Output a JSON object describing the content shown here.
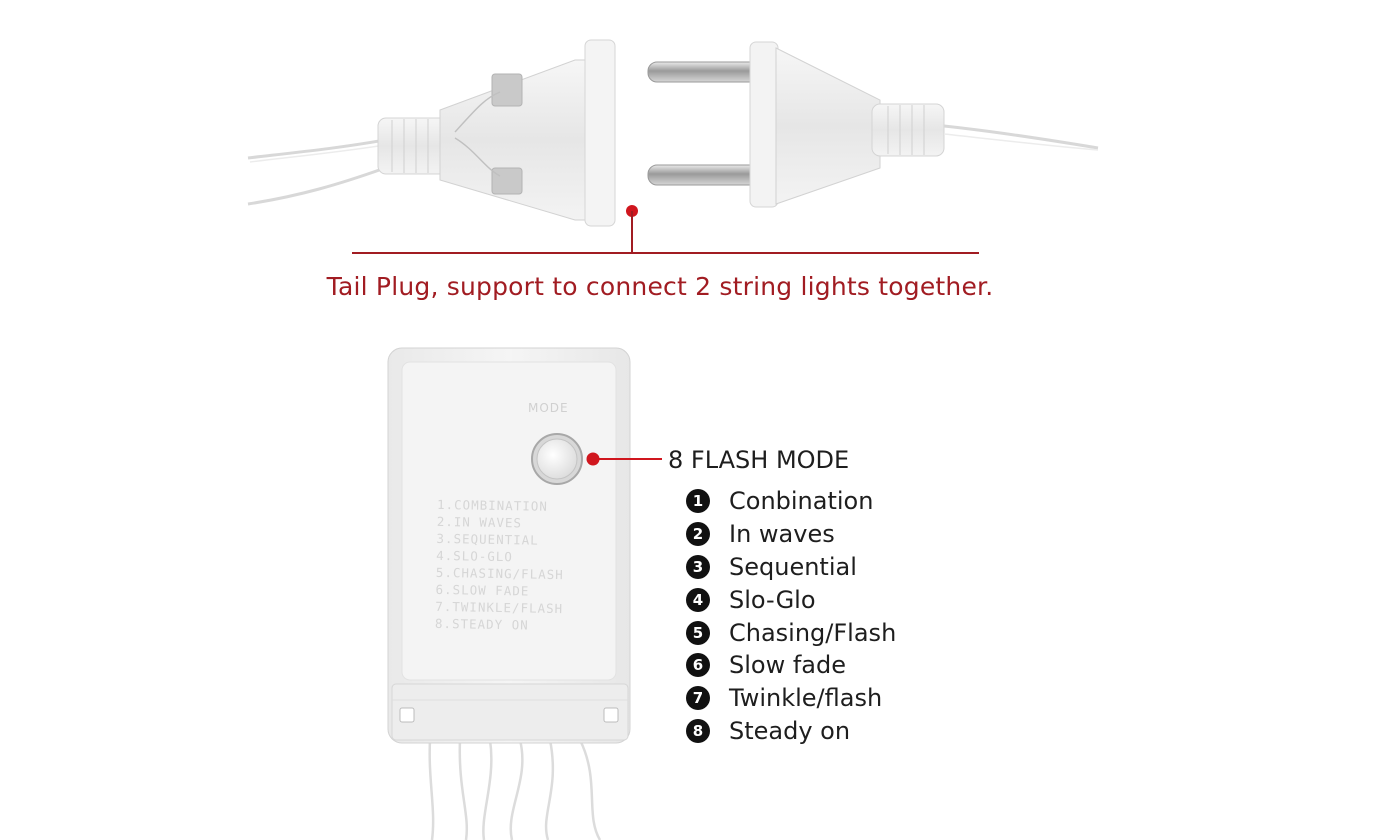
{
  "caption": "Tail Plug, support to connect 2 string lights together.",
  "flash_mode_title": "8 FLASH MODE",
  "modes": [
    {
      "num": "1",
      "label": "Conbination"
    },
    {
      "num": "2",
      "label": "In waves"
    },
    {
      "num": "3",
      "label": "Sequential"
    },
    {
      "num": "4",
      "label": "Slo-Glo"
    },
    {
      "num": "5",
      "label": "Chasing/Flash"
    },
    {
      "num": "6",
      "label": "Slow fade"
    },
    {
      "num": "7",
      "label": "Twinkle/flash"
    },
    {
      "num": "8",
      "label": "Steady on"
    }
  ],
  "controller_print": {
    "button_label": "MODE",
    "lines": [
      "1.COMBINATION",
      "2.IN WAVES",
      "3.SEQUENTIAL",
      "4.SLO-GLO",
      "5.CHASING/FLASH",
      "6.SLOW FADE",
      "7.TWINKLE/FLASH",
      "8.STEADY ON"
    ]
  },
  "colors": {
    "accent_red": "#a11c22",
    "callout_red": "#d0161e",
    "text_dark": "#1e1e1e",
    "number_badge": "#111111",
    "controller_body": "#f2f2f2",
    "plug_body": "#eeeeee"
  },
  "icons": {
    "female_plug": "eu-female-tail-plug-icon",
    "male_plug": "eu-male-plug-icon",
    "controller": "controller-box-icon",
    "mode_button": "push-button-icon",
    "callout_dot": "red-dot-icon"
  }
}
